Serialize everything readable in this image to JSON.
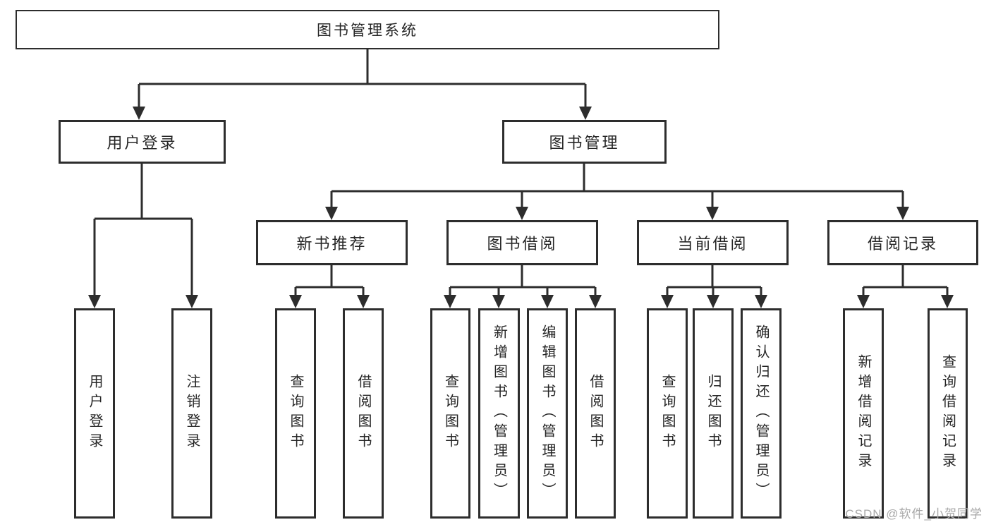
{
  "diagram": {
    "title": "图书管理系统",
    "watermark": "CSDN @软件_小贺同学",
    "colors": {
      "line": "#2d2d2d",
      "text": "#262626",
      "watermark": "#a8a8a8",
      "box_background": "#ffffff"
    },
    "tree": {
      "label": "图书管理系统",
      "children": [
        {
          "label": "用户登录",
          "children": [
            {
              "label": "用户登录"
            },
            {
              "label": "注销登录"
            }
          ]
        },
        {
          "label": "图书管理",
          "children": [
            {
              "label": "新书推荐",
              "children": [
                {
                  "label": "查询图书"
                },
                {
                  "label": "借阅图书"
                }
              ]
            },
            {
              "label": "图书借阅",
              "children": [
                {
                  "label": "查询图书"
                },
                {
                  "label": "新增图书（管理员）"
                },
                {
                  "label": "编辑图书（管理员）"
                },
                {
                  "label": "借阅图书"
                }
              ]
            },
            {
              "label": "当前借阅",
              "children": [
                {
                  "label": "查询图书"
                },
                {
                  "label": "归还图书"
                },
                {
                  "label": "确认归还（管理员）"
                }
              ]
            },
            {
              "label": "借阅记录",
              "children": [
                {
                  "label": "新增借阅记录"
                },
                {
                  "label": "查询借阅记录"
                }
              ]
            }
          ]
        }
      ]
    }
  }
}
